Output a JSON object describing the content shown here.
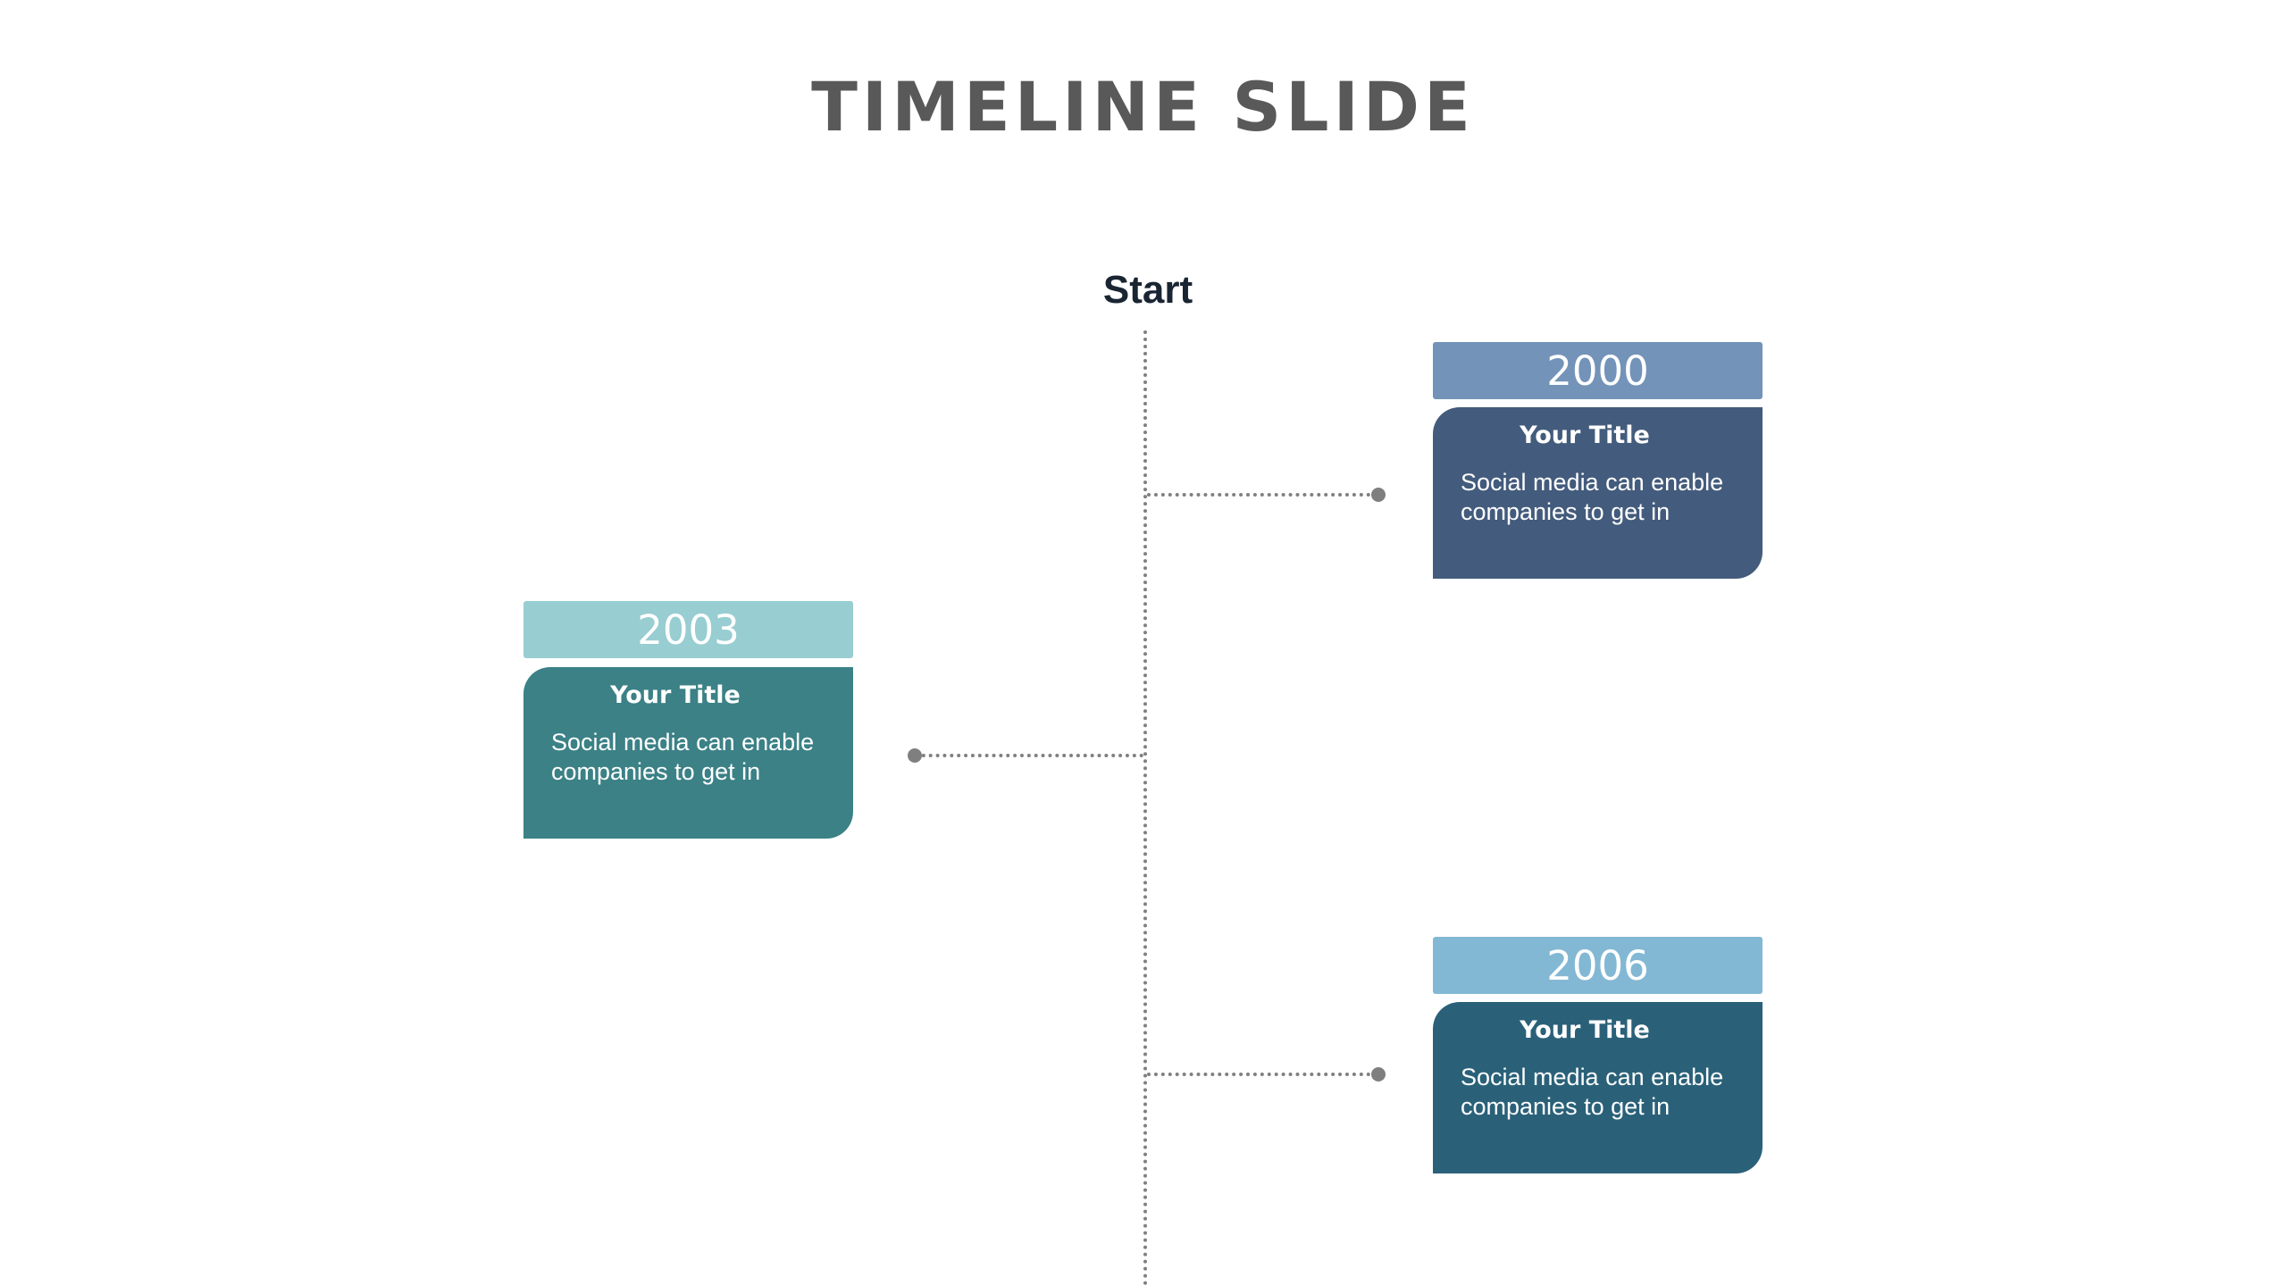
{
  "slide": {
    "title": "TIMELINE SLIDE",
    "start_label": "Start"
  },
  "entries": [
    {
      "year": "2000",
      "title": "Your Title",
      "text": "Social media can enable companies to get in",
      "side": "right",
      "year_color": "#7393b8",
      "card_color": "#435b7c"
    },
    {
      "year": "2003",
      "title": "Your Title",
      "text": "Social media can enable companies to get in",
      "side": "left",
      "year_color": "#98cdd2",
      "card_color": "#3b8186"
    },
    {
      "year": "2006",
      "title": "Your Title",
      "text": "Social media can enable companies to get in",
      "side": "right",
      "year_color": "#83b8d4",
      "card_color": "#2a6179"
    }
  ],
  "colors": {
    "title": "#595959",
    "start_label": "#1a2533",
    "connector": "#808080"
  }
}
